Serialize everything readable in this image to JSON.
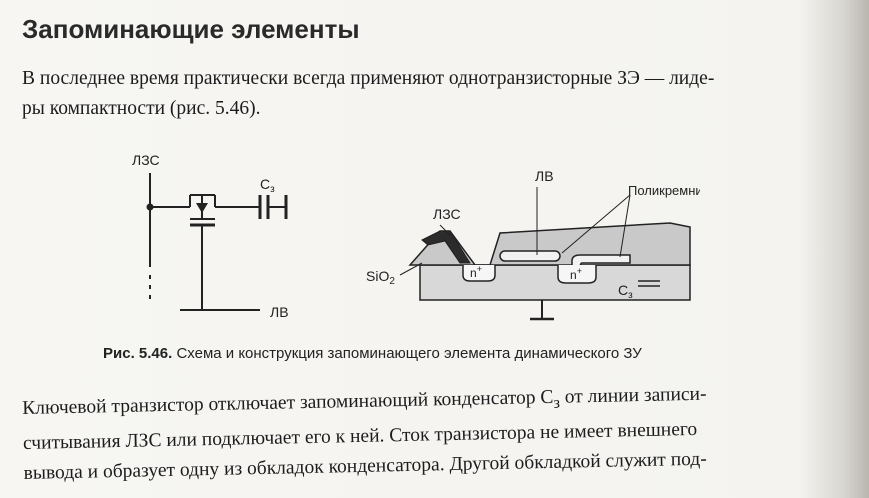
{
  "heading": "Запоминающие элементы",
  "paragraph1": {
    "line1": "В последнее время практически всегда применяют однотранзисторные ЗЭ — лиде-",
    "line2": "ры компактности (рис. 5.46)."
  },
  "figure": {
    "labels": {
      "lzs_left": "ЛЗС",
      "lv_left": "ЛВ",
      "cap_left": "C",
      "cap_left_sub": "з",
      "lv_right": "ЛВ",
      "polysilicon": "Поликремний",
      "lzs_right": "ЛЗС",
      "sio2": "SiO",
      "sio2_sub": "2",
      "n_plus_1": "n",
      "n_plus_1_sup": "+",
      "n_plus_2": "n",
      "n_plus_2_sup": "+",
      "cap_right": "C",
      "cap_right_sub": "з"
    }
  },
  "caption": {
    "number": "Рис. 5.46.",
    "text": "Схема и конструкция запоминающего элемента динамического ЗУ"
  },
  "paragraph2": {
    "line1": "Ключевой транзистор отключает запоминающий конденсатор C",
    "line1_sub": "з",
    "line1_end": " от линии записи-",
    "line2": "считывания ЛЗС или подключает его к ней. Сток транзистора не имеет внешнего",
    "line3": "вывода и образует одну из обкладок конденсатора. Другой обкладкой служит под-"
  },
  "colors": {
    "text": "#1c1c1c",
    "diagram_fill": "#c9c9c9",
    "diagram_dark": "#2b2b2b"
  }
}
